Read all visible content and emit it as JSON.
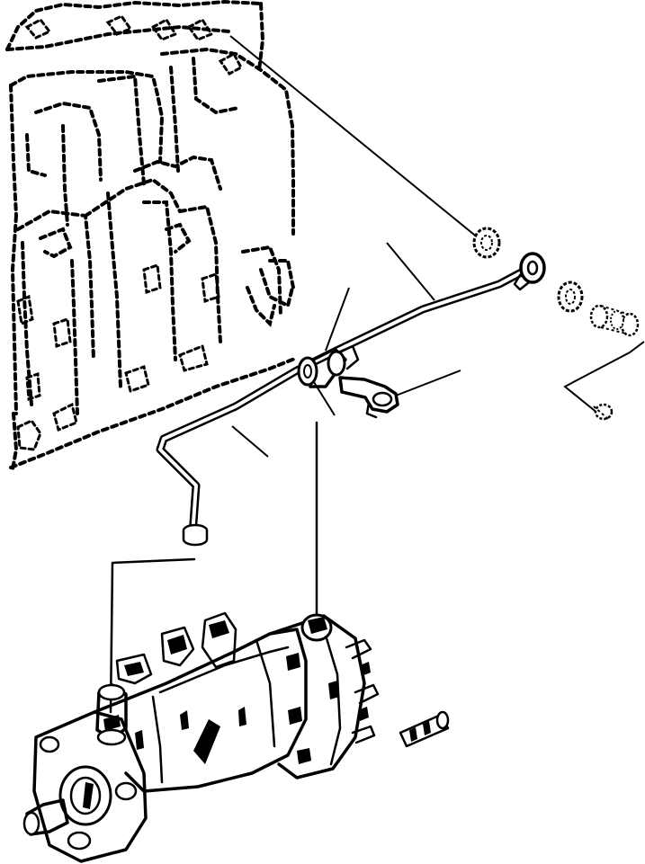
{
  "figure": {
    "title": "",
    "callouts": [],
    "parts": [
      {
        "name": "engine-block",
        "style": "dashed"
      },
      {
        "name": "fuel-return-pipe"
      },
      {
        "name": "pipe-clamp"
      },
      {
        "name": "clip-bracket"
      },
      {
        "name": "banjo-fitting"
      },
      {
        "name": "gaskets"
      },
      {
        "name": "banjo-bolt"
      },
      {
        "name": "fuel-injection-pump"
      }
    ],
    "colors": {
      "line": "#000000",
      "background": "#ffffff"
    }
  }
}
